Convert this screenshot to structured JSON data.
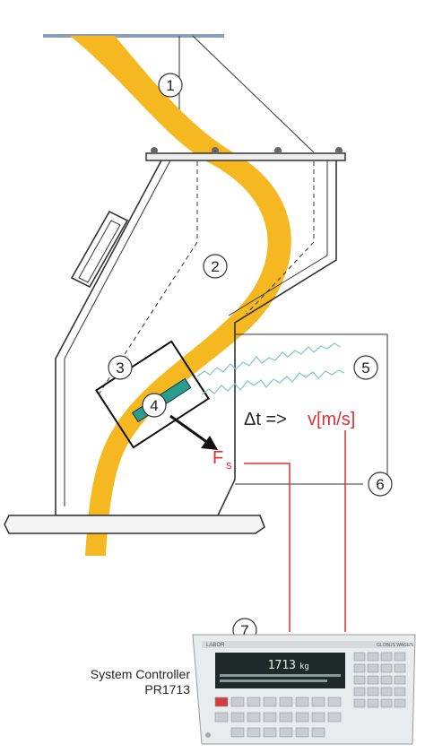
{
  "labels": {
    "n1": "1",
    "n2": "2",
    "n3": "3",
    "n4": "4",
    "n5": "5",
    "n6": "6",
    "n7": "7"
  },
  "formula": {
    "delta_t": "Δt =>",
    "velocity": "v[m/s]",
    "force_main": "F",
    "force_sub": "s"
  },
  "controller": {
    "caption_line1": "System Controller",
    "caption_line2": "PR1713",
    "display_value": "1713",
    "display_unit": "kg",
    "brand": "LABOR",
    "brand_right": "GLOBUS WAGEN"
  },
  "colors": {
    "flow": "#f5b820",
    "sensor": "#2a9d8f",
    "force": "#e03030",
    "wave": "#7ec8c0",
    "line": "#333333"
  }
}
